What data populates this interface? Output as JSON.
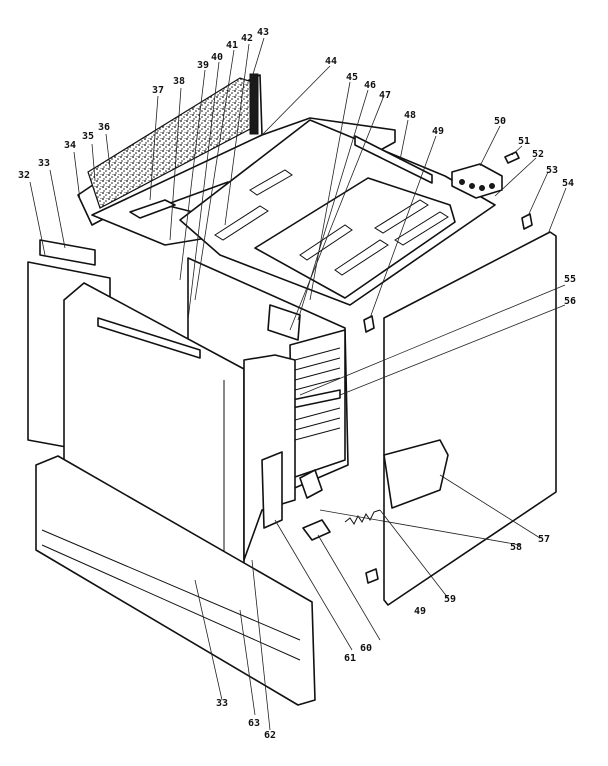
{
  "callouts": [
    {
      "id": "c32",
      "text": "32"
    },
    {
      "id": "c33a",
      "text": "33"
    },
    {
      "id": "c34",
      "text": "34"
    },
    {
      "id": "c35",
      "text": "35"
    },
    {
      "id": "c36",
      "text": "36"
    },
    {
      "id": "c37",
      "text": "37"
    },
    {
      "id": "c38",
      "text": "38"
    },
    {
      "id": "c39",
      "text": "39"
    },
    {
      "id": "c40",
      "text": "40"
    },
    {
      "id": "c41",
      "text": "41"
    },
    {
      "id": "c42",
      "text": "42"
    },
    {
      "id": "c43",
      "text": "43"
    },
    {
      "id": "c44",
      "text": "44"
    },
    {
      "id": "c45",
      "text": "45"
    },
    {
      "id": "c46",
      "text": "46"
    },
    {
      "id": "c47",
      "text": "47"
    },
    {
      "id": "c48",
      "text": "48"
    },
    {
      "id": "c49a",
      "text": "49"
    },
    {
      "id": "c50",
      "text": "50"
    },
    {
      "id": "c51",
      "text": "51"
    },
    {
      "id": "c52",
      "text": "52"
    },
    {
      "id": "c53",
      "text": "53"
    },
    {
      "id": "c54",
      "text": "54"
    },
    {
      "id": "c55",
      "text": "55"
    },
    {
      "id": "c56",
      "text": "56"
    },
    {
      "id": "c57",
      "text": "57"
    },
    {
      "id": "c58",
      "text": "58"
    },
    {
      "id": "c59",
      "text": "59"
    },
    {
      "id": "c49b",
      "text": "49"
    },
    {
      "id": "c60",
      "text": "60"
    },
    {
      "id": "c61",
      "text": "61"
    },
    {
      "id": "c62",
      "text": "62"
    },
    {
      "id": "c63",
      "text": "63"
    },
    {
      "id": "c33b",
      "text": "33"
    }
  ]
}
